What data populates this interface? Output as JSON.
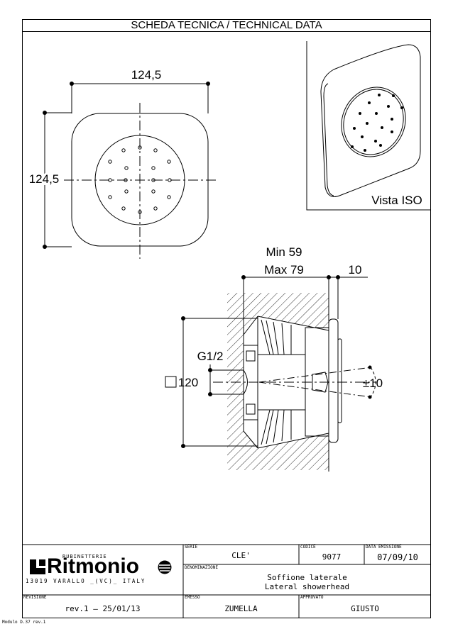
{
  "header": {
    "title": "SCHEDA TECNICA / TECHNICAL DATA"
  },
  "front_view": {
    "width_dim": "124,5",
    "height_dim": "124,5"
  },
  "iso_view": {
    "label": "Vista ISO"
  },
  "side_view": {
    "min_label": "Min 59",
    "max_label": "Max 79",
    "offset_dim": "10",
    "thread_label": "G1/2",
    "size_label": "120",
    "angle_label": "±10"
  },
  "logo": {
    "small_text": "RUBINETTERIE",
    "brand": "Ritmonio",
    "address": "13019 VARALLO _(VC)_ ITALY"
  },
  "title_block": {
    "serie_caption": "SERIE",
    "serie_value": "CLE'",
    "codice_caption": "CODICE",
    "codice_value": "9077",
    "data_caption": "DATA EMISSIONE",
    "data_value": "07/09/10",
    "denominazione_caption": "DENOMINAZIONE",
    "denominazione_line1": "Soffione laterale",
    "denominazione_line2": "Lateral showerhead",
    "revisione_caption": "REVISIONE",
    "revisione_value": "rev.1 – 25/01/13",
    "emesso_caption": "EMESSO",
    "emesso_value": "ZUMELLA",
    "approvato_caption": "APPROVATO",
    "approvato_value": "GIUSTO"
  },
  "footer": {
    "text": "Modulo D.37 rev.1"
  }
}
